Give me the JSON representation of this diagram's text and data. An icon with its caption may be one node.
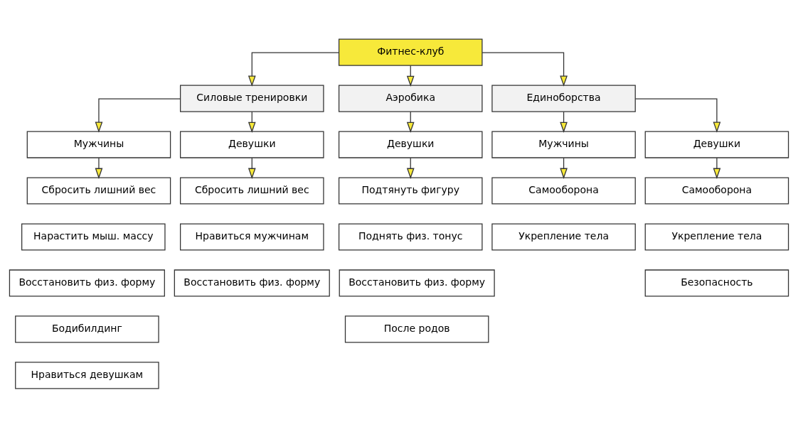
{
  "diagram": {
    "nodes": [
      {
        "text": [
          "Фитнес-клуб"
        ]
      },
      {
        "text": [
          "Силовые тренировки"
        ]
      },
      {
        "text": [
          "Аэробика"
        ]
      },
      {
        "text": [
          "Единоборства"
        ]
      },
      {
        "text": [
          "Мужчины"
        ]
      },
      {
        "text": [
          "Девушки"
        ]
      },
      {
        "text": [
          "Девушки"
        ]
      },
      {
        "text": [
          "Мужчины"
        ]
      },
      {
        "text": [
          "Девушки"
        ]
      },
      {
        "text": [
          "Сбросить лишний вес"
        ]
      },
      {
        "text": [
          "Нарастить мыш. массу"
        ]
      },
      {
        "text": [
          "Восстановить физ. форму"
        ]
      },
      {
        "text": [
          "Бодибилдинг"
        ]
      },
      {
        "text": [
          "Нравиться девушкам"
        ]
      },
      {
        "text": [
          "Сбросить лишний вес"
        ]
      },
      {
        "text": [
          "Нравиться мужчинам"
        ]
      },
      {
        "text": [
          "Восстановить физ. форму"
        ]
      },
      {
        "text": [
          "Подтянуть фигуру"
        ]
      },
      {
        "text": [
          "Поднять физ. тонус"
        ]
      },
      {
        "text": [
          "Восстановить физ. форму"
        ]
      },
      {
        "text": [
          "После родов"
        ]
      },
      {
        "text": [
          "Самооборона"
        ]
      },
      {
        "text": [
          "Укрепление тела"
        ]
      },
      {
        "text": [
          "Самооборона"
        ]
      },
      {
        "text": [
          "Укрепление тела"
        ]
      },
      {
        "text": [
          "Безопасность"
        ]
      }
    ],
    "edges": [
      {
        "from": 0,
        "to": 1,
        "arrow": "to"
      },
      {
        "from": 0,
        "to": 2,
        "arrow": "to"
      },
      {
        "from": 0,
        "to": 3,
        "arrow": "to"
      },
      {
        "from": 1,
        "to": 4,
        "arrow": "to"
      },
      {
        "from": 1,
        "to": 5,
        "arrow": "to"
      },
      {
        "from": 2,
        "to": 6,
        "arrow": "to"
      },
      {
        "from": 3,
        "to": 7,
        "arrow": "to"
      },
      {
        "from": 3,
        "to": 8,
        "arrow": "to"
      },
      {
        "from": 4,
        "to": 9,
        "arrow": "to"
      },
      {
        "from": 5,
        "to": 14,
        "arrow": "to"
      },
      {
        "from": 6,
        "to": 17,
        "arrow": "to"
      },
      {
        "from": 7,
        "to": 21,
        "arrow": "to"
      },
      {
        "from": 8,
        "to": 23,
        "arrow": "to"
      }
    ]
  }
}
